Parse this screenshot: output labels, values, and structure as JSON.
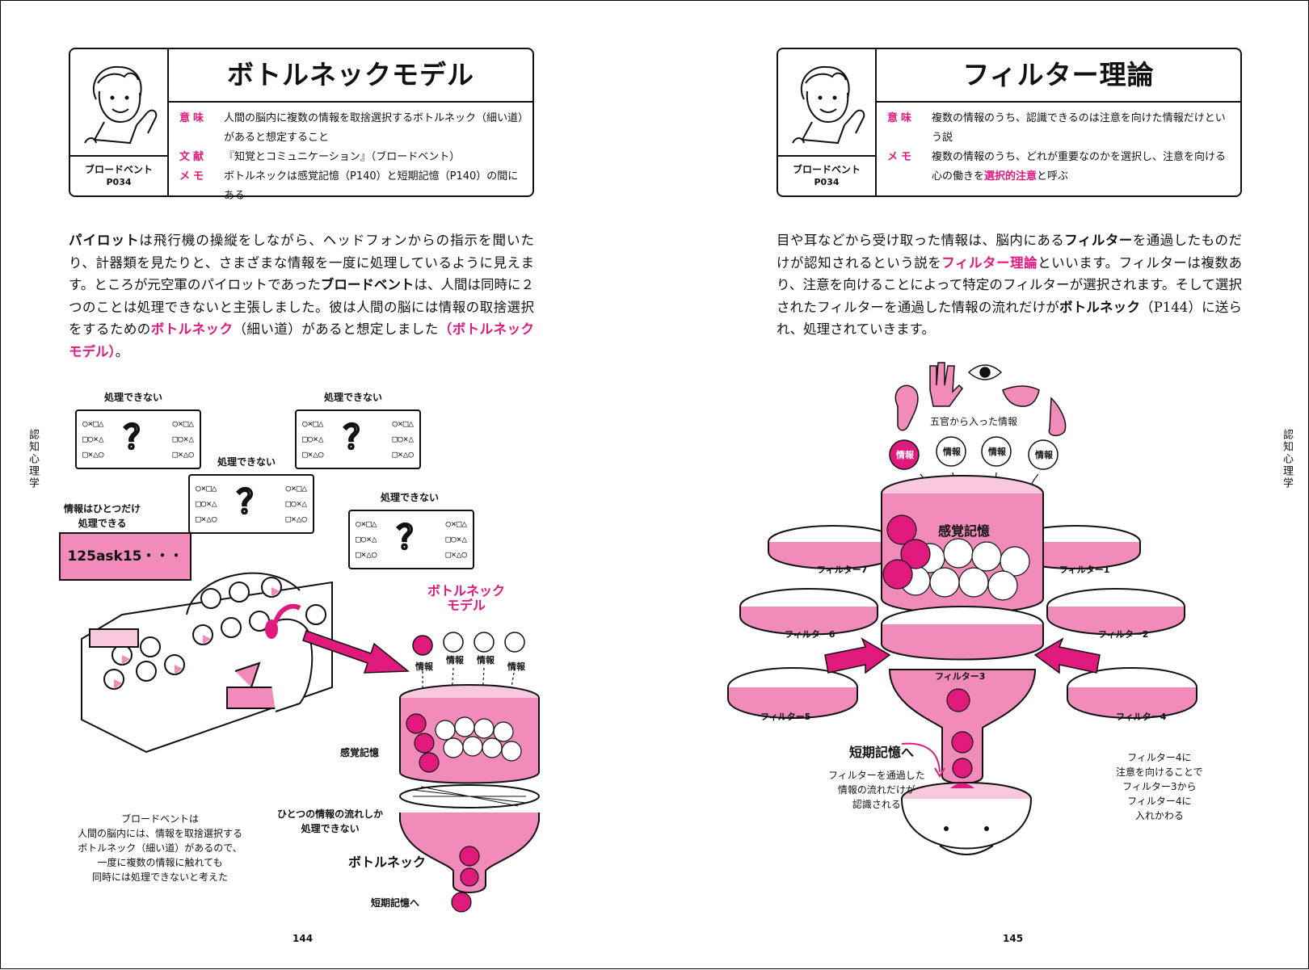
{
  "left_page": {
    "card": {
      "title": "ボトルネックモデル",
      "author_name": "ブロードベント",
      "author_page": "P034",
      "rows": [
        {
          "label": "意味",
          "text": "人間の脳内に複数の情報を取捨選択するボトルネック（細い道）があると想定すること"
        },
        {
          "label": "文献",
          "text": "『知覚とコミュニケーション』（ブロードベント）"
        },
        {
          "label": "メモ",
          "text": "ボトルネックは感覚記憶（P140）と短期記憶（P140）の間にある"
        }
      ]
    },
    "body": {
      "p1_bold": "パイロット",
      "p2": "は飛行機の操縦をしながら、ヘッドフォンからの指示を聞いたり、計器類を見たりと、さまざまな情報を一度に処理しているように見えます。ところが元空軍のパイロットであった",
      "p3_bold": "ブロードベント",
      "p4": "は、人間は同時に２つのことは処理できないと主張しました。彼は人間の脳には情報の取捨選択をするための",
      "p5_mag": "ボトルネック",
      "p6": "（細い道）があると想定しました",
      "p7_mag": "（ボトルネックモデル）",
      "p8": "。"
    },
    "side_label": "認知心理学",
    "page_number": "144",
    "illustration": {
      "cannot_process": "処理できない",
      "bubble_left_lines": "○×□△\n□○×△\n□×△○",
      "bubble_right_lines": "○×□△\n□○×△\n□×△○",
      "question_mark": "？",
      "one_at_a_time": "情報はひとつだけ\n処理できる",
      "info_text": "125ask15・・・",
      "model_label": "ボトルネック\nモデル",
      "info": "情報",
      "sensory_memory": "感覚記憶",
      "one_flow": "ひとつの情報の流れしか\n処理できない",
      "bottleneck": "ボトルネック",
      "short_term": "短期記憶へ",
      "caption": "ブロードベントは\n人間の脳内には、情報を取捨選択する\nボトルネック（細い道）があるので、\n一度に複数の情報に触れても\n同時には処理できないと考えた"
    }
  },
  "right_page": {
    "card": {
      "title": "フィルター理論",
      "author_name": "ブロードベント",
      "author_page": "P034",
      "rows": [
        {
          "label": "意味",
          "text": "複数の情報のうち、認識できるのは注意を向けた情報だけという説"
        },
        {
          "label": "メモ",
          "text_a": "複数の情報のうち、どれが重要なのかを選択し、注意を向ける心の働きを",
          "text_mag": "選択的注意",
          "text_b": "と呼ぶ"
        }
      ]
    },
    "body": {
      "p1": "目や耳などから受け取った情報は、脳内にある",
      "p2_bold": "フィルター",
      "p3": "を通過したものだけが認知されるという説を",
      "p4_mag": "フィルター理論",
      "p5": "といいます。フィルターは複数あり、注意を向けることによって特定のフィルターが選択されます。そして選択されたフィルターを通過した情報の流れだけが",
      "p6_bold": "ボトルネック",
      "p7": "（P144）に送られ、処理されていきます。"
    },
    "side_label": "認知心理学",
    "page_number": "145",
    "illustration": {
      "five_senses": "五官から入った情報",
      "info": "情報",
      "sensory_memory": "感覚記憶",
      "filters": [
        "フィルター7",
        "フィルター1",
        "フィルター6",
        "フィルター2",
        "フィルター3",
        "フィルター5",
        "フィルター4"
      ],
      "short_term_to": "短期記憶へ",
      "passed_recognized": "フィルターを通過した\n情報の流れだけが\n認識される",
      "switch_note": "フィルター4に\n注意を向けることで\nフィルター3から\nフィルター4に\n入れかわる"
    }
  },
  "colors": {
    "accent": "#e0197d",
    "pink_fill": "#f18cba",
    "light_pink": "#f8c8dd"
  }
}
